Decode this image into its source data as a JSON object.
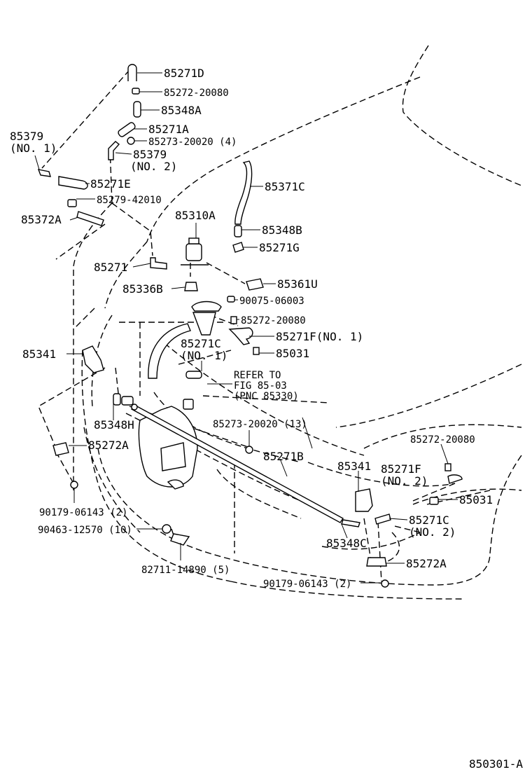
{
  "diagram_id": "850301-A",
  "labels": [
    {
      "id": "p1",
      "text": "85271D"
    },
    {
      "id": "p2",
      "text": "85272-20080"
    },
    {
      "id": "p3",
      "text": "85348A"
    },
    {
      "id": "p4",
      "text": "85271A"
    },
    {
      "id": "p5",
      "text": "85273-20020 (4)"
    },
    {
      "id": "p6a",
      "text": "85379"
    },
    {
      "id": "p6b",
      "text": "(NO. 2)"
    },
    {
      "id": "p7a",
      "text": "85379"
    },
    {
      "id": "p7b",
      "text": "(NO. 1)"
    },
    {
      "id": "p8",
      "text": "85271E"
    },
    {
      "id": "p9",
      "text": "85279-42010"
    },
    {
      "id": "p10",
      "text": "85372A"
    },
    {
      "id": "p11",
      "text": "85371C"
    },
    {
      "id": "p12",
      "text": "85310A"
    },
    {
      "id": "p13",
      "text": "85348B"
    },
    {
      "id": "p14",
      "text": "85271G"
    },
    {
      "id": "p15",
      "text": "85271"
    },
    {
      "id": "p16",
      "text": "85336B"
    },
    {
      "id": "p17",
      "text": "85361U"
    },
    {
      "id": "p18",
      "text": "90075-06003"
    },
    {
      "id": "p19",
      "text": "85272-20080"
    },
    {
      "id": "p20",
      "text": "85271F(NO. 1)"
    },
    {
      "id": "p21",
      "text": "85341"
    },
    {
      "id": "p22a",
      "text": "85271C"
    },
    {
      "id": "p22b",
      "text": "(NO. 1)"
    },
    {
      "id": "p23",
      "text": "85031"
    },
    {
      "id": "p24a",
      "text": "REFER TO"
    },
    {
      "id": "p24b",
      "text": "FIG 85-03"
    },
    {
      "id": "p24c",
      "text": "(PNC 85330)"
    },
    {
      "id": "p25",
      "text": "85348H"
    },
    {
      "id": "p26",
      "text": "85273-20020 (13)"
    },
    {
      "id": "p27",
      "text": "85272-20080"
    },
    {
      "id": "p28",
      "text": "85272A"
    },
    {
      "id": "p29",
      "text": "85271B"
    },
    {
      "id": "p30",
      "text": "85341"
    },
    {
      "id": "p31a",
      "text": "85271F"
    },
    {
      "id": "p31b",
      "text": "(NO. 2)"
    },
    {
      "id": "p32",
      "text": "85031"
    },
    {
      "id": "p33",
      "text": "90179-06143 (2)"
    },
    {
      "id": "p34a",
      "text": "85271C"
    },
    {
      "id": "p34b",
      "text": "(NO. 2)"
    },
    {
      "id": "p35",
      "text": "90463-12570 (10)"
    },
    {
      "id": "p36",
      "text": "85348C"
    },
    {
      "id": "p37",
      "text": "82711-14890 (5)"
    },
    {
      "id": "p38",
      "text": "85272A"
    },
    {
      "id": "p39",
      "text": "90179-06143 (2)"
    }
  ]
}
